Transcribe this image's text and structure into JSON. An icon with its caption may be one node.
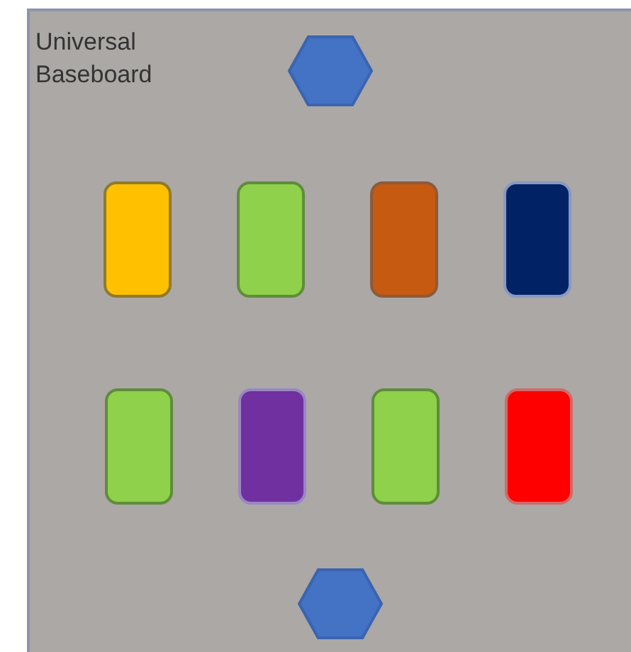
{
  "diagram": {
    "nodes": [
      {
        "text": [
          "Universal Baseboard"
        ]
      },
      {
        "text": [],
        "shape": "hexagon",
        "in": 0
      },
      {
        "text": [],
        "shape": "box",
        "in": 0
      },
      {
        "text": [],
        "shape": "box",
        "in": 0
      },
      {
        "text": [],
        "shape": "box",
        "in": 0
      },
      {
        "text": [],
        "shape": "box",
        "in": 0
      },
      {
        "text": [],
        "shape": "box",
        "in": 0
      },
      {
        "text": [],
        "shape": "box",
        "in": 0
      },
      {
        "text": [],
        "shape": "box",
        "in": 0
      },
      {
        "text": [],
        "shape": "box",
        "in": 0
      },
      {
        "text": [],
        "shape": "hexagon",
        "in": 0
      }
    ]
  }
}
